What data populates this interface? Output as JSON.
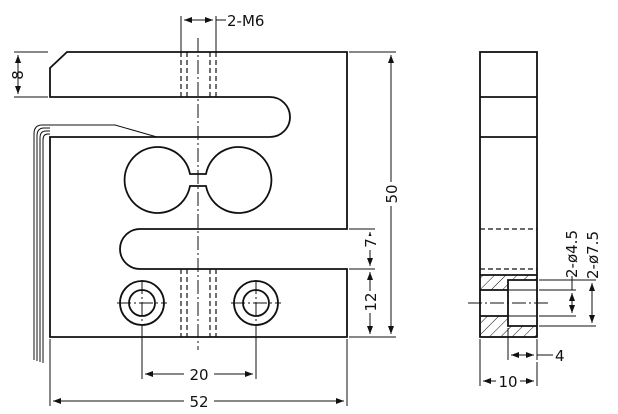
{
  "drawing": {
    "thread_label": "2-M6",
    "dim_top_arm": "8",
    "dim_height": "50",
    "dim_slot": "7",
    "dim_bottom_arm": "12",
    "dim_hole_spacing": "20",
    "dim_width": "52",
    "dim_hole_dia": "2-ø4.5",
    "dim_counterbore_dia": "2-ø7.5",
    "dim_counterbore_depth": "4",
    "dim_thickness": "10"
  }
}
